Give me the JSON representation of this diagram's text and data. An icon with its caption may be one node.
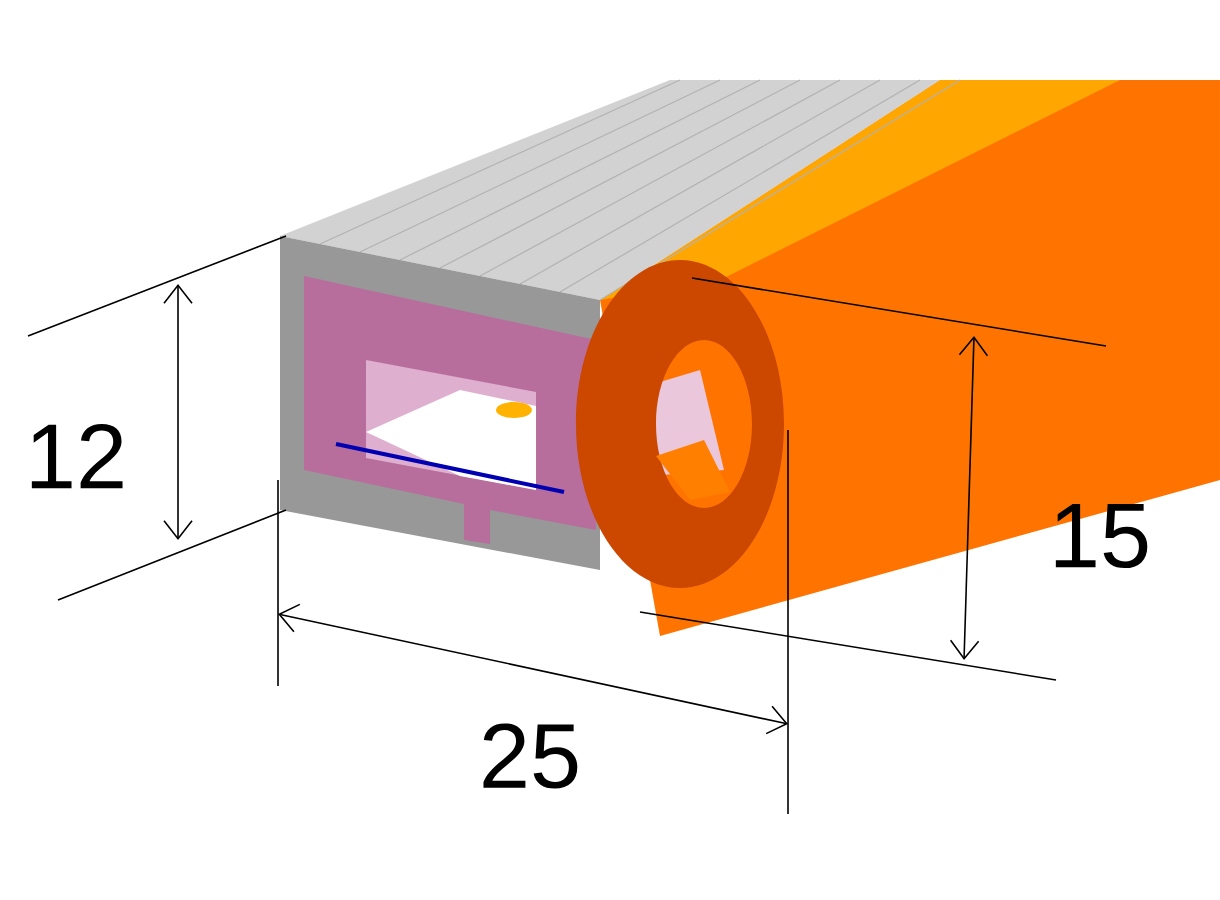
{
  "diagram": {
    "labels": [
      "12",
      "15",
      "25"
    ]
  }
}
